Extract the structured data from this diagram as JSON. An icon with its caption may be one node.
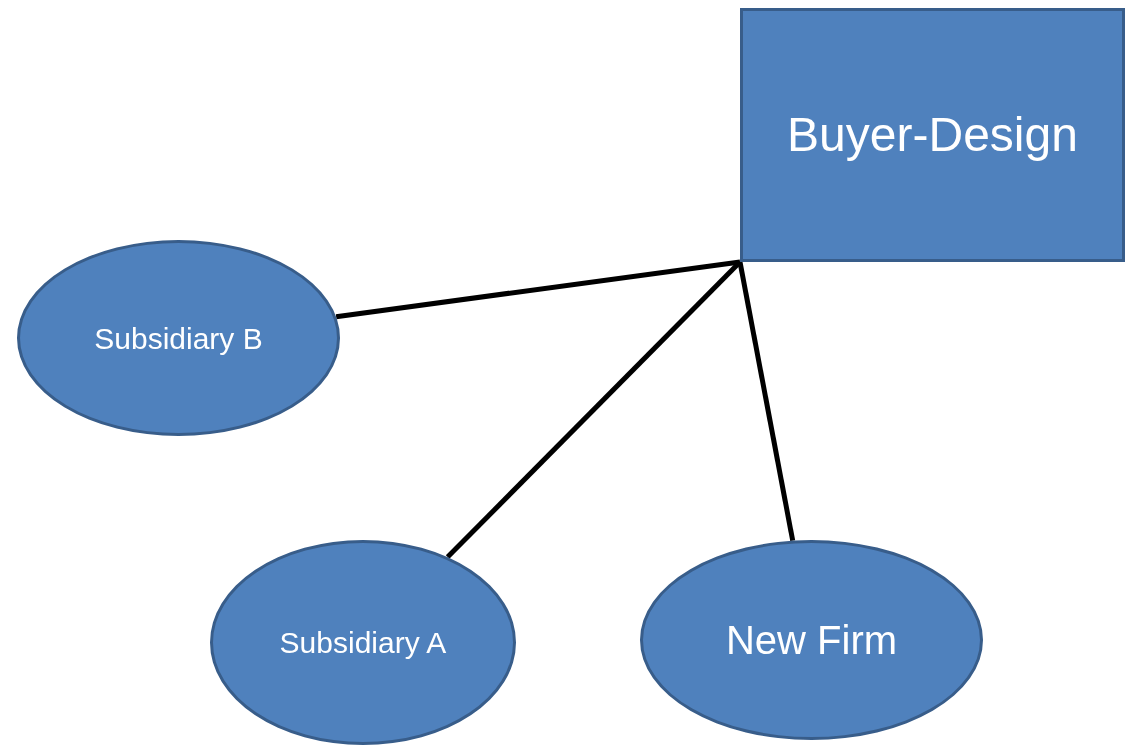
{
  "diagram": {
    "nodes": [
      {
        "text": [
          "Buyer-Design"
        ]
      },
      {
        "text": [
          "Subsidiary B"
        ]
      },
      {
        "text": [
          "Subsidiary A"
        ]
      },
      {
        "text": [
          "New Firm"
        ]
      }
    ],
    "edges": [
      {
        "from": 0,
        "to": 1,
        "arrow": "none"
      },
      {
        "from": 0,
        "to": 2,
        "arrow": "none"
      },
      {
        "from": 0,
        "to": 3,
        "arrow": "none"
      }
    ]
  }
}
